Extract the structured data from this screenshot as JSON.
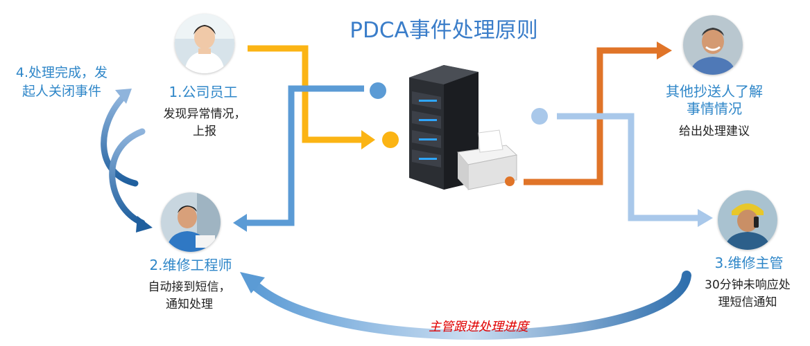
{
  "title": "PDCA事件处理原则",
  "colors": {
    "title": "#3a7dc9",
    "role_label": "#2e86c8",
    "report_arrow": "#fbb414",
    "notify_arrow": "#5b9bd5",
    "cc_arrow": "#e07428",
    "escalate_arrow": "#a9c8ea",
    "follow_up_text": "#e00000"
  },
  "nodes": {
    "employee": {
      "role": "1.公司员工",
      "description": "发现异常情况，\n上报",
      "icon": "employee-photo"
    },
    "engineer": {
      "role": "2.维修工程师",
      "description": "自动接到短信，\n通知处理",
      "icon": "engineer-photo"
    },
    "supervisor": {
      "role": "3.维修主管",
      "description": "30分钟未响应处\n理短信通知",
      "icon": "supervisor-photo"
    },
    "cc": {
      "role_line1": "其他抄送人了解",
      "role_line2": "事情情况",
      "description": "给出处理建议",
      "icon": "manager-photo"
    }
  },
  "close_note": "4.处理完成，发\n起人关闭事件",
  "follow_up": "主管跟进处理进度",
  "server": {
    "icon": "server-icon"
  }
}
